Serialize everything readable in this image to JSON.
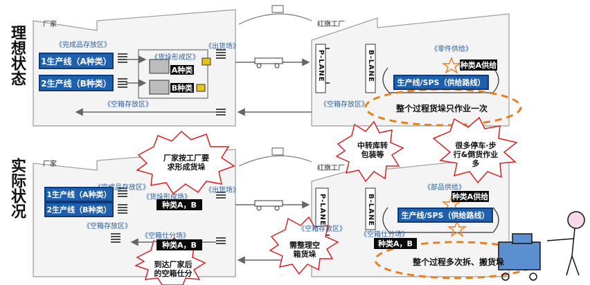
{
  "sections": {
    "ideal": "理想状态",
    "actual": "实际状况"
  },
  "ideal": {
    "supplier": "厂家",
    "factory": "红旗工厂",
    "finished_area": "《完成品存放区》",
    "line1": "1生产线（A种类）",
    "line2": "2生产线（B种类）",
    "formation_area": "《货垛形成区》",
    "ship_area": "《出货场》",
    "crate_a": "A种类",
    "crate_b": "B种类",
    "empty_area_supplier": "《空箱存放区》",
    "plane": "P-LANE",
    "blane": "B-LANE",
    "parts_supply": "《零件供给》",
    "supply_a": "种类A供给",
    "sps_line": "生产线/SPS（供给路线）",
    "empty_area_factory": "《空箱存放区》",
    "once_note": "整个过程货垛只作业一次"
  },
  "actual": {
    "supplier": "厂家",
    "factory": "红旗工厂",
    "finished_area": "《完成品存放区》",
    "line1": "1生产线（A种类）",
    "line2": "2生产线（B种类）",
    "formation_area": "《货垛形成场》",
    "crate_ab": "种类A，B",
    "ship_area": "《出货场》",
    "empty_area_supplier": "《空箱存放区》",
    "sort_area_supplier": "《空箱仕分场》",
    "crate_ab2": "种类A，B",
    "plane": "P-LANE",
    "blane": "B-LANE",
    "parts_supply": "《部品供给》",
    "supply_a": "种类A供给",
    "sps_line": "生产线/SPS（供给路线）",
    "empty_area_factory": "《空箱存放区》",
    "sort_area_factory": "《空箱仕分场》",
    "crate_ab3": "种类A，B",
    "many_note": "整个过程多次拆、搬货垛"
  },
  "bursts": {
    "b1": "厂家按工厂要求形成货垛",
    "b2": "中转库转包装等",
    "b3": "很多停车·步行&倒货作业多",
    "b4": "需整理空箱货垛",
    "b5": "到达厂家后的空箱仕分"
  },
  "colors": {
    "blue": "#1e5fae",
    "orange_dash": "#e87f1f",
    "burst_red": "#d62020"
  }
}
